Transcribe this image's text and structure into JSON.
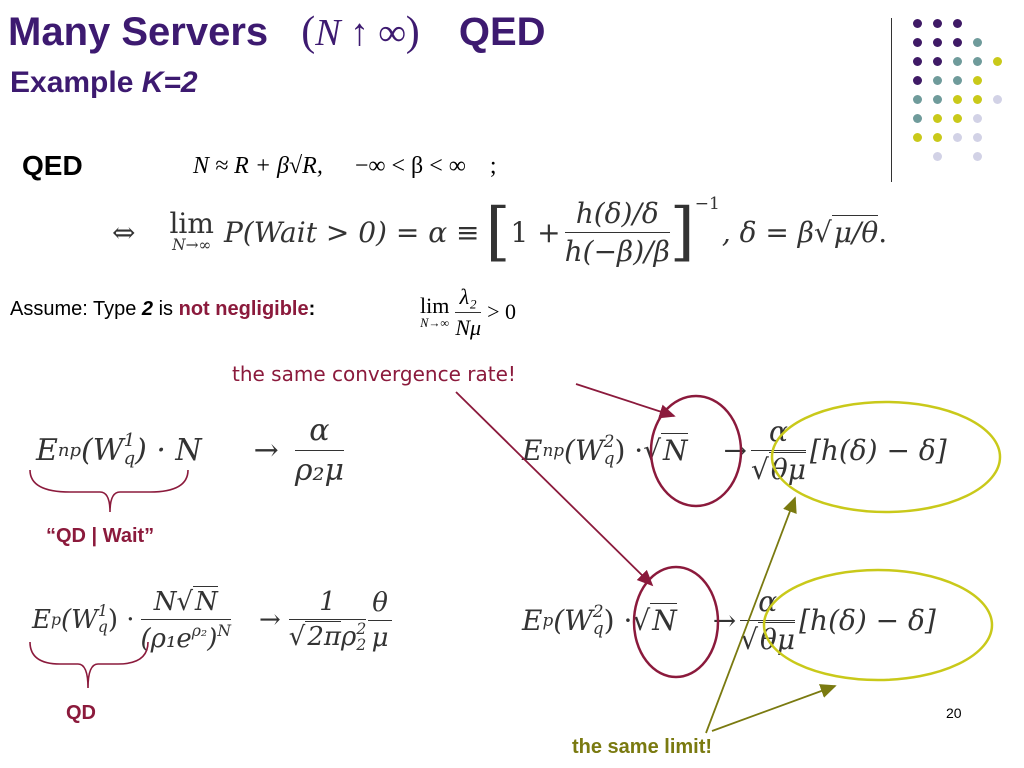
{
  "title": {
    "line1_a": "Many Servers",
    "line1_math": "N ↑ ∞",
    "line1_b": "QED",
    "line2_a": "Example",
    "line2_b": "K=2"
  },
  "qed_label": "QED",
  "qed_regime": {
    "lhs": "N ≈ R + β√R,",
    "range": "−∞ < β < ∞",
    "semicolon": ";"
  },
  "iff_equation": {
    "iff": "⇔",
    "lim": "lim",
    "lim_under": "N→∞",
    "body": "P(Wait > 0) = α ≡",
    "bracket_one": "1 +",
    "frac_num": "h(δ)/δ",
    "frac_den": "h(−β)/β",
    "exponent": "−1",
    "delta_def": ", δ = β",
    "delta_sqrt": "μ/θ",
    "period": "."
  },
  "assume": {
    "prefix": "Assume: Type",
    "type_num": "2",
    "is": "is",
    "not_negligible": "not negligible",
    "colon": ":",
    "lim": "lim",
    "lim_under": "N→∞",
    "num": "λ₂",
    "den": "Nμ",
    "rhs": "> 0"
  },
  "annotations": {
    "convergence": "the same convergence rate!",
    "qd_wait": "“QD | Wait”",
    "qd": "QD",
    "same_limit": "the same limit!"
  },
  "formulas": {
    "r1_left": "E",
    "r1_left_sub": "np",
    "r1_w": "(W",
    "r1_w_sup": "1",
    "r1_w_sub": "q",
    "r1_close": ") · N",
    "arrow": "→",
    "r1_num": "α",
    "r1_den": "ρ₂μ",
    "r1_right_a": "E",
    "r1_right_sub": "np",
    "r1_right_w": "(W",
    "r1_right_w_sup": "2",
    "r1_right_w_sub": "q",
    "r1_right_close": ") ·",
    "sqrtN": "N",
    "res_num": "α",
    "res_den": "θμ",
    "res_bracket": "[h(δ) − δ]",
    "r2_left": "E",
    "r2_left_sub": "p",
    "r2_w": "(W",
    "r2_w_sup": "1",
    "r2_w_sub": "q",
    "r2_close": ") ·",
    "r2_num_a": "N",
    "r2_num_sqrt": "N",
    "r2_den": "(ρ₁e",
    "r2_den_sup": "ρ₂",
    "r2_den_close": ")",
    "r2_den_exp": "N",
    "r2_res_num": "1",
    "r2_res_den_sqrt": "2π",
    "r2_res_den_rho": "ρ",
    "r2_res_den_sup": "2",
    "r2_res_den_sub": "2",
    "r2_res_frac2_num": "θ",
    "r2_res_frac2_den": "μ",
    "r2_right_a": "E",
    "r2_right_sub": "p",
    "r2_right_w": "(W",
    "r2_right_w_sup": "2",
    "r2_right_w_sub": "q",
    "r2_right_close": ") ·"
  },
  "page_number": "20",
  "colors": {
    "title": "#3d1a70",
    "maroon": "#8b1a3c",
    "olive": "#7a7a10",
    "purple_dot": "#3f1a66",
    "teal_dot": "#6f9b9b",
    "yellow_dot": "#c9c91a",
    "lavender_dot": "#d2d2e6"
  }
}
